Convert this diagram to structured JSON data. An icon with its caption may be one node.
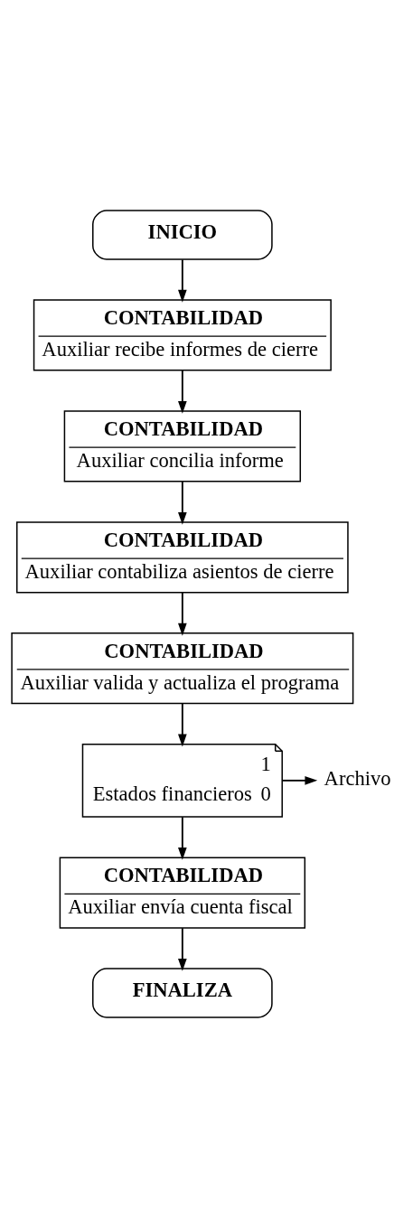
{
  "diagram": {
    "nodes": [
      {
        "text": [
          "INICIO"
        ]
      },
      {
        "text": [
          "CONTABILIDAD",
          "Auxiliar recibe informes de cierre"
        ]
      },
      {
        "text": [
          "CONTABILIDAD",
          "Auxiliar concilia informe"
        ]
      },
      {
        "text": [
          "CONTABILIDAD",
          "Auxiliar contabiliza asientos de cierre"
        ]
      },
      {
        "text": [
          "CONTABILIDAD",
          "Auxiliar valida y actualiza el programa"
        ]
      },
      {
        "text": [
          "1",
          "Estados financieros",
          "0"
        ]
      },
      {
        "text": [
          "Archivo"
        ]
      },
      {
        "text": [
          "CONTABILIDAD",
          "Auxiliar envía cuenta fiscal"
        ]
      },
      {
        "text": [
          "FINALIZA"
        ]
      }
    ],
    "edges": [
      {
        "from": 0,
        "to": 1,
        "arrow": "to"
      },
      {
        "from": 1,
        "to": 2,
        "arrow": "to"
      },
      {
        "from": 2,
        "to": 3,
        "arrow": "to"
      },
      {
        "from": 3,
        "to": 4,
        "arrow": "to"
      },
      {
        "from": 4,
        "to": 5,
        "arrow": "to"
      },
      {
        "from": 5,
        "to": 6,
        "arrow": "to"
      },
      {
        "from": 5,
        "to": 7,
        "arrow": "to"
      },
      {
        "from": 7,
        "to": 8,
        "arrow": "to"
      }
    ]
  }
}
